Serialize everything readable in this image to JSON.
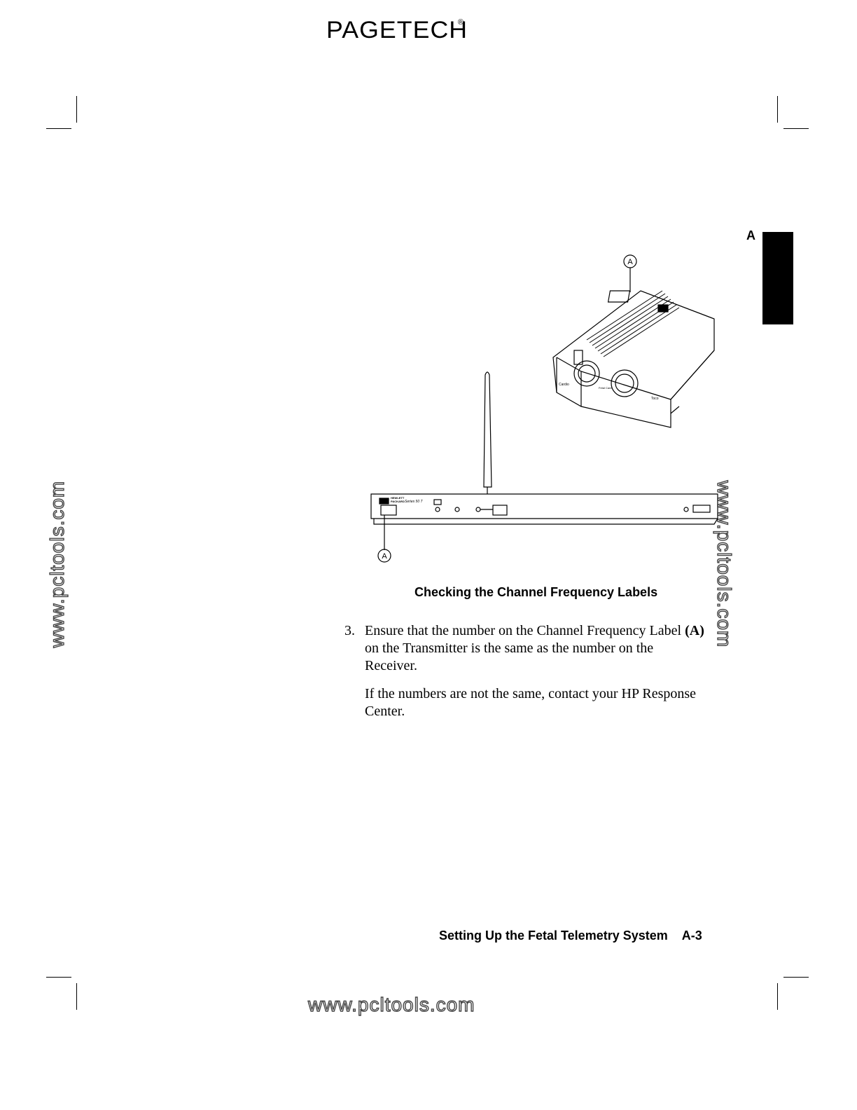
{
  "header": {
    "logo_text": "PAGETECH",
    "logo_mark": "®"
  },
  "tab": {
    "letter": "A"
  },
  "watermark": {
    "text": "www.pcltools.com"
  },
  "figure": {
    "callout_label": "A",
    "receiver_brand_line1": "HEWLETT",
    "receiver_brand_line2": "PACKARD",
    "receiver_model": "Series 50 T",
    "transmitter_port_left": "Cardio",
    "transmitter_port_center": "Fetal Care",
    "transmitter_port_right": "Toco",
    "caption": "Checking the Channel Frequency Labels"
  },
  "step": {
    "number": "3.",
    "text_before": "Ensure that the number on the Channel Frequency Label ",
    "text_bold": "(A)",
    "text_after": " on the Transmitter is the same as the number on the Receiver.",
    "note": "If the numbers are not the same, contact your HP Response Center."
  },
  "footer": {
    "title": "Setting Up the Fetal Telemetry System",
    "page": "A-3"
  }
}
